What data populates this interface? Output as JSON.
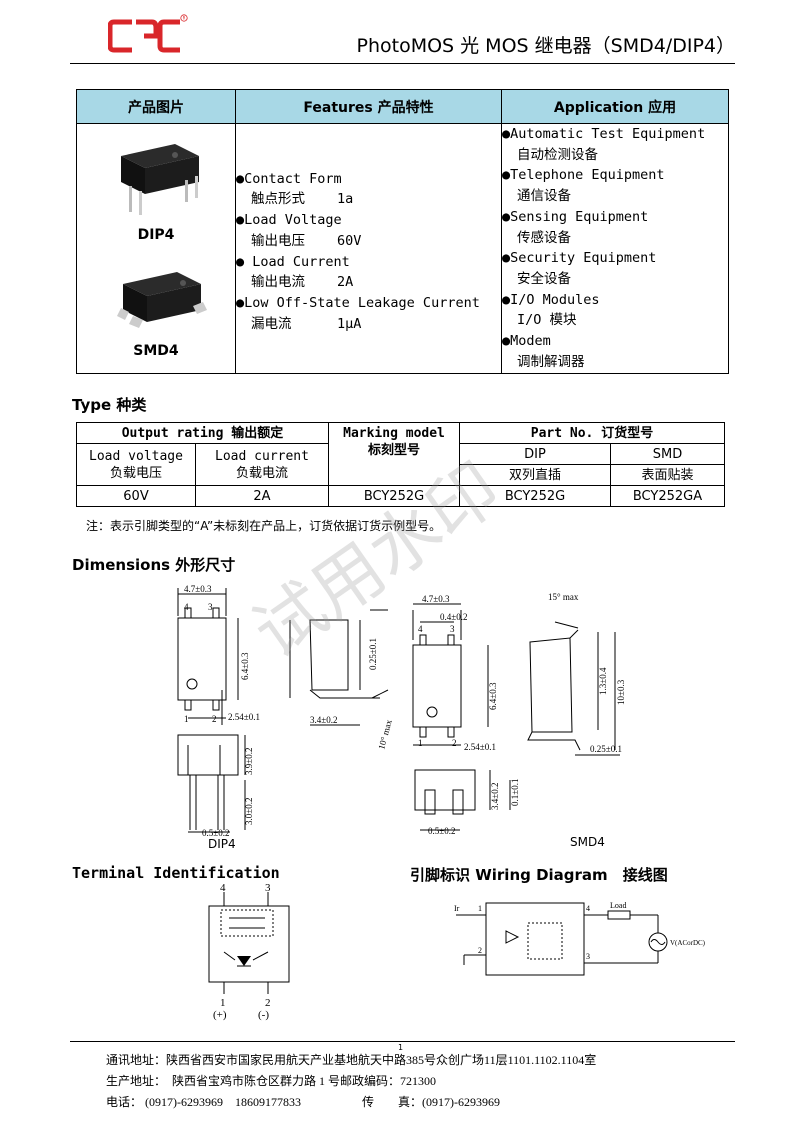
{
  "header": {
    "title": "PhotoMOS 光 MOS 继电器（SMD4/DIP4）",
    "logo_color": "#d9262a"
  },
  "product_table": {
    "headers": [
      "产品图片",
      "Features 产品特性",
      "Application 应用"
    ],
    "header_bg": "#a8d8e6",
    "images": [
      "DIP4",
      "SMD4"
    ],
    "features": [
      {
        "title": "●Contact Form",
        "label": "触点形式",
        "value": "1a"
      },
      {
        "title": "●Load Voltage",
        "label": "输出电压",
        "value": "60V"
      },
      {
        "title": "● Load Current",
        "label": "输出电流",
        "value": "2A"
      },
      {
        "title": "●Low Off-State Leakage Current",
        "label": "漏电流",
        "value": "1μA"
      }
    ],
    "applications": [
      {
        "en": "●Automatic Test Equipment",
        "cn": "自动检测设备"
      },
      {
        "en": "●Telephone Equipment",
        "cn": "通信设备"
      },
      {
        "en": "●Sensing Equipment",
        "cn": "传感设备"
      },
      {
        "en": "●Security Equipment",
        "cn": "安全设备"
      },
      {
        "en": "●I/O Modules",
        "cn": "I/O 模块"
      },
      {
        "en": "●Modem",
        "cn": "调制解调器"
      }
    ]
  },
  "type_section": {
    "heading": "Type 种类",
    "output_rating": "Output rating 输出额定",
    "marking_model": "Marking model",
    "marking_model_cn": "标刻型号",
    "part_no": "Part No. 订货型号",
    "load_voltage": "Load voltage",
    "load_voltage_cn": "负载电压",
    "load_current": "Load current",
    "load_current_cn": "负载电流",
    "dip": "DIP",
    "dip_cn": "双列直插",
    "smd": "SMD",
    "smd_cn": "表面贴装",
    "row": [
      "60V",
      "2A",
      "BCY252G",
      "BCY252G",
      "BCY252GA"
    ],
    "note": "注：表示引脚类型的“A”未标刻在产品上，订货依据订货示例型号。"
  },
  "dimensions": {
    "heading": "Dimensions 外形尺寸",
    "dip_label": "DIP4",
    "smd_label": "SMD4",
    "d1": "4.7±0.3",
    "d2": "6.4±0.3",
    "d3": "2.54±0.1",
    "d4": "3.4±0.2",
    "d5": "0.25±0.1",
    "d6": "10° max",
    "d7": "3.9±0.2",
    "d8": "3.0±0.2",
    "d9": "0.5±0.2",
    "s1": "4.7±0.3",
    "s2": "0.4±0.2",
    "s3": "6.4±0.3",
    "s4": "2.54±0.1",
    "s5": "15° max",
    "s6": "1.3±0.4",
    "s7": "10±0.3",
    "s8": "0.25±0.1",
    "s9": "3.4±0.2",
    "s10": "0.1±0.1",
    "s11": "0.5±0.2",
    "pin4": "4",
    "pin3": "3",
    "pin1": "1",
    "pin2": "2"
  },
  "terminal": {
    "heading": "Terminal Identification",
    "pin4": "4",
    "pin3": "3",
    "pin1": "1",
    "pin2": "2",
    "plus": "(+)",
    "minus": "(-)"
  },
  "wiring": {
    "heading": "引脚标识 Wiring Diagram　接线图",
    "ir": "Ir",
    "load": "Load",
    "source": "V(ACorDC)",
    "pin1": "1",
    "pin2": "2",
    "pin3": "3",
    "pin4": "4"
  },
  "watermark": "试用水印",
  "page_number": "1",
  "footer": {
    "address_label": "通讯地址：",
    "address": "陕西省西安市国家民用航天产业基地航天中路385号众创广场11层1101.1102.1104室",
    "factory_label": "生产地址：",
    "factory": "陕西省宝鸡市陈仓区群力路 1 号邮政编码：721300",
    "phone_label": "电话：",
    "phone": "(0917)-6293969　18609177833",
    "fax_label": "传　　真：",
    "fax": "(0917)-6293969"
  }
}
